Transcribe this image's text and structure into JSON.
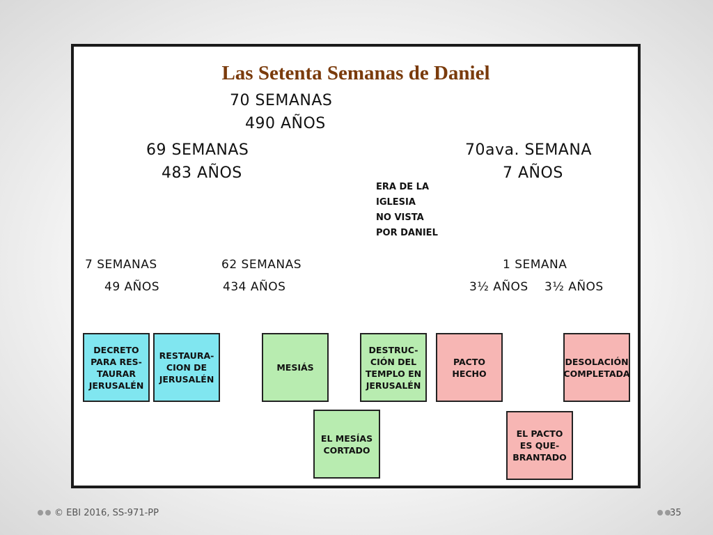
{
  "title": "Las Setenta Semanas de Daniel",
  "top": {
    "weeks": "70 SEMANAS",
    "years": "490 AÑOS"
  },
  "left_block": {
    "weeks": "69 SEMANAS",
    "years": "483 AÑOS"
  },
  "right_block": {
    "weeks": "70ava. SEMANA",
    "years": "7 AÑOS"
  },
  "church_era": "ERA DE LA\nIGLESIA\nNO VISTA\nPOR DANIEL",
  "domes": [
    {
      "label": "7 SEMANAS",
      "years": "49 AÑOS"
    },
    {
      "label": "62 SEMANAS",
      "years": "434 AÑOS"
    },
    {
      "label": "1 SEMANA",
      "years_left": "3½ AÑOS",
      "years_right": "3½ AÑOS"
    }
  ],
  "boxes": [
    {
      "text": "DECRETO\nPARA RES-\nTAURAR\nJERUSALÉN",
      "color": "#80e6f0"
    },
    {
      "text": "RESTAURA-\nCION DE\nJERUSALÉN",
      "color": "#80e6f0"
    },
    {
      "text": "MESIÁS",
      "color": "#b8ecb0"
    },
    {
      "text": "EL MESÍAS\nCORTADO",
      "color": "#b8ecb0"
    },
    {
      "text": "DESTRUC-\nCIÓN DEL\nTEMPLO EN\nJERUSALÉN",
      "color": "#b8ecb0"
    },
    {
      "text": "PACTO\nHECHO",
      "color": "#f7b6b4"
    },
    {
      "text": "EL PACTO\nES QUE-\nBRANTADO",
      "color": "#f7b6b4"
    },
    {
      "text": "DESOLACIÓN\nCOMPLETADA",
      "color": "#f7b6b4"
    }
  ],
  "colors": {
    "dome": "#fdf23a",
    "cross": "#e01d1d",
    "title": "#7a3b0c"
  },
  "footer": {
    "credit": "© EBI 2016, SS-971-PP",
    "page": "35"
  }
}
